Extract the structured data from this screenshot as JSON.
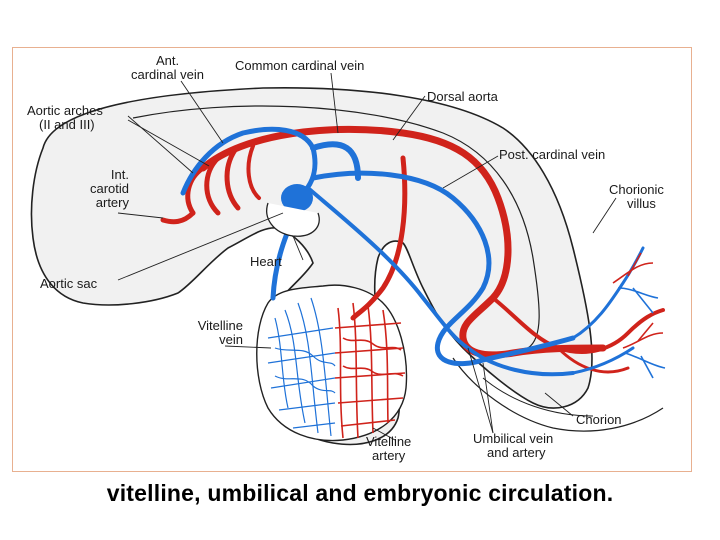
{
  "caption": "vitelline, umbilical and embryonic circulation.",
  "colors": {
    "artery": "#d0231b",
    "vein": "#1f72d8",
    "embryo_fill": "#f1f1f1",
    "outline": "#222222",
    "frame": "#e8b090"
  },
  "labels": {
    "ant_cardinal_vein": [
      "Ant.",
      "cardinal vein"
    ],
    "common_cardinal_vein": "Common cardinal vein",
    "dorsal_aorta": "Dorsal aorta",
    "aortic_arches": [
      "Aortic arches",
      "(II and III)"
    ],
    "post_cardinal_vein": "Post. cardinal vein",
    "int_carotid_artery": [
      "Int.",
      "carotid",
      "artery"
    ],
    "chorionic_villus": [
      "Chorionic",
      "villus"
    ],
    "heart": "Heart",
    "aortic_sac": "Aortic sac",
    "vitelline_vein": [
      "Vitelline",
      "vein"
    ],
    "chorion": "Chorion",
    "vitelline_artery": [
      "Vitelline",
      "artery"
    ],
    "umbilical_vein_artery": [
      "Umbilical vein",
      "and artery"
    ]
  }
}
